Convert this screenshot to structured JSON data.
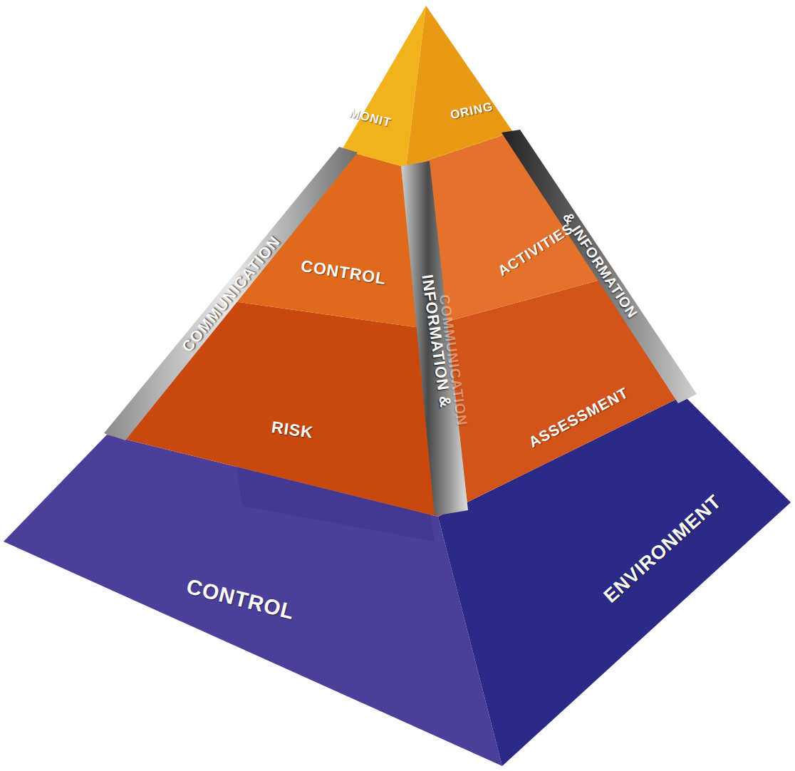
{
  "diagram": {
    "nodes": [
      {
        "text": [
          "MONIT",
          "ORING"
        ]
      },
      {
        "text": [
          "CONTROL",
          "ACTIVITIES"
        ]
      },
      {
        "text": [
          "RISK",
          "ASSESSMENT"
        ]
      },
      {
        "text": [
          "CONTROL",
          "ENVIRONMENT"
        ]
      }
    ],
    "labels": [
      "COMMUNICATION",
      "INFORMATION &",
      "COMMUNICATION",
      "& INFORMATION"
    ]
  }
}
